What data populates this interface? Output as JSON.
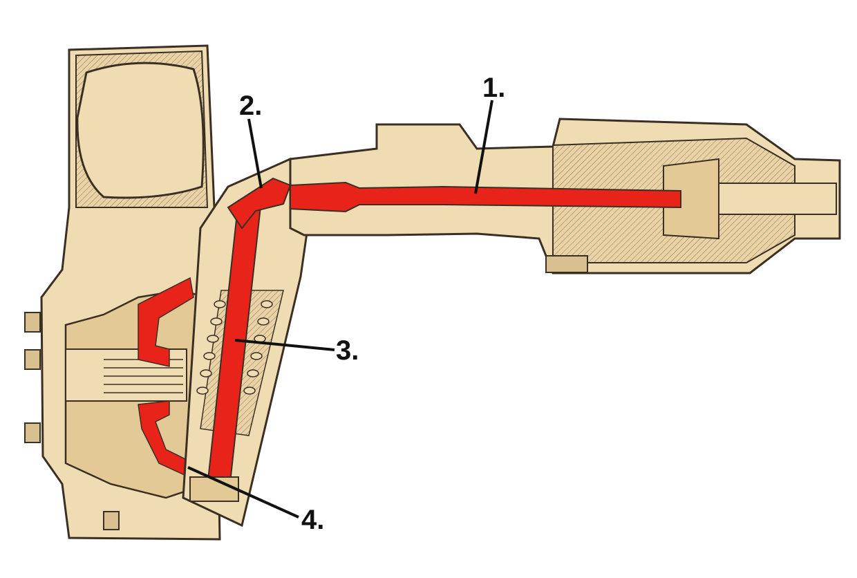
{
  "colors": {
    "background": "#ffffff",
    "housing_fill": "#efdcb3",
    "housing_shade": "#e2c995",
    "outline": "#3a2f22",
    "highlight_red": "#e8231a",
    "label_ink": "#111111"
  },
  "callouts": [
    {
      "label": "1."
    },
    {
      "label": "2."
    },
    {
      "label": "3."
    },
    {
      "label": "4."
    }
  ]
}
